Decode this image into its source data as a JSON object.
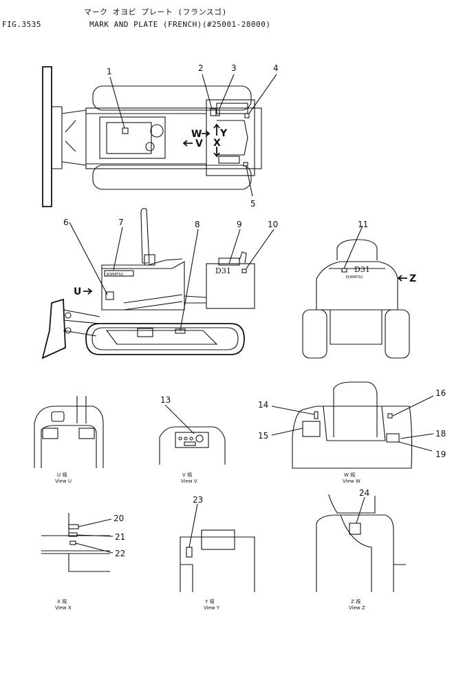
{
  "header": {
    "title_jp": "マーク オヨビ プレート (フランスゴ)",
    "fig_number": "FIG.3535",
    "title_en": "MARK AND PLATE (FRENCH)(#25001-28000)"
  },
  "callouts": [
    "1",
    "2",
    "3",
    "4",
    "5",
    "6",
    "7",
    "8",
    "9",
    "10",
    "11",
    "13",
    "14",
    "15",
    "16",
    "18",
    "19",
    "20",
    "21",
    "22",
    "23",
    "24"
  ],
  "view_markers": {
    "W": "W",
    "V": "V",
    "X": "X",
    "Y": "Y",
    "U": "U",
    "Z": "Z"
  },
  "machine_text": {
    "model": "D31",
    "brand": "KOMATSU"
  },
  "view_captions": {
    "U": {
      "jp": "U 視",
      "en": "View U"
    },
    "V": {
      "jp": "V 視",
      "en": "View V"
    },
    "W": {
      "jp": "W 視",
      "en": "View W"
    },
    "X": {
      "jp": "X 視",
      "en": "View X"
    },
    "Y": {
      "jp": "Y 視",
      "en": "View Y"
    },
    "Z": {
      "jp": "Z 視",
      "en": "View Z"
    }
  }
}
